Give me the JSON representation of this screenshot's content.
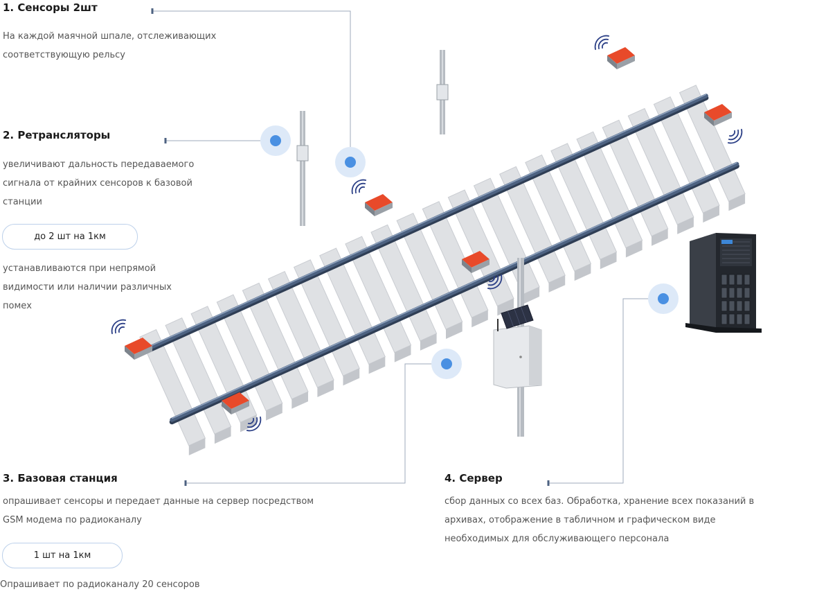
{
  "sections": [
    {
      "title": "1. Сенсоры 2шт",
      "lines": [
        "На каждой маячной шпале, отслеживающих",
        "соответствующую рельсу"
      ]
    },
    {
      "title": "2. Ретрансляторы",
      "lines": [
        "увеличивают дальность передаваемого",
        "сигнала от крайних сенсоров к базовой",
        "станции"
      ],
      "pill": "до 2 шт на 1км",
      "note_lines": [
        "устанавливаются при непрямой",
        "видимости или наличии различных",
        "помех"
      ]
    },
    {
      "title": "3. Базовая станция",
      "lines": [
        "опрашивает сенсоры и передает данные на сервер посредством",
        "GSM модема по радиоканалу"
      ],
      "pill": "1 шт на 1км",
      "note": "Опрашивает по радиоканалу 20 сенсоров"
    },
    {
      "title": "4. Сервер",
      "lines": [
        "сбор данных со всех баз. Обработка, хранение всех показаний в",
        "архивах, отображение в табличном и графическом виде",
        "необходимых для обслуживающего персонала"
      ]
    }
  ],
  "colors": {
    "accent": "#4a90e2",
    "halo": "#dde9f8",
    "connector": "#9eaabb",
    "rail": "#4d6281",
    "sleeper": "#dfe1e4",
    "sensor": "#e84a2a",
    "signal": "#2b3f86",
    "pole": "#b7bcc2"
  },
  "icons": [
    "sensor-signal-icon",
    "repeater-pole-icon",
    "base-station-cabinet-icon",
    "solar-panel-icon",
    "server-tower-icon",
    "hotspot-icon"
  ]
}
